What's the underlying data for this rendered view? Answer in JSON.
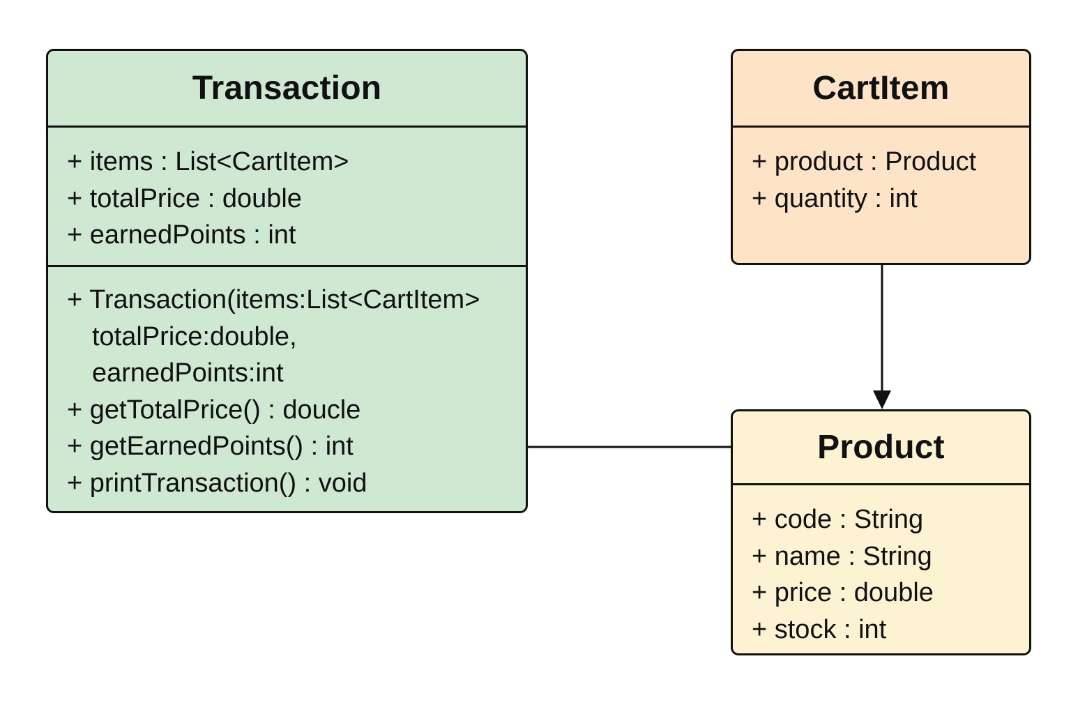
{
  "colors": {
    "transaction_fill": "#cfe8d2",
    "cartitem_fill": "#fde4c6",
    "product_fill": "#fdf3d3",
    "stroke": "#111111"
  },
  "classes": {
    "transaction": {
      "name": "Transaction",
      "attributes": [
        "+ items : List<CartItem>",
        "+ totalPrice : double",
        "+ earnedPoints : int"
      ],
      "operations": [
        {
          "text": "+ Transaction(items:List<CartItem>",
          "continuation": false
        },
        {
          "text": "totalPrice:double,",
          "continuation": true
        },
        {
          "text": "earnedPoints:int",
          "continuation": true
        },
        {
          "text": "+ getTotalPrice() : doucle",
          "continuation": false
        },
        {
          "text": "+ getEarnedPoints() : int",
          "continuation": false
        },
        {
          "text": "+ printTransaction() : void",
          "continuation": false
        }
      ]
    },
    "cartitem": {
      "name": "CartItem",
      "attributes": [
        "+ product : Product",
        "+ quantity : int"
      ]
    },
    "product": {
      "name": "Product",
      "attributes": [
        "+ code : String",
        "+ name : String",
        "+ price : double",
        "+ stock : int"
      ]
    }
  },
  "relations": [
    {
      "from": "cartitem",
      "to": "product",
      "type": "directed-association"
    },
    {
      "from": "transaction",
      "to": "product",
      "type": "association"
    }
  ]
}
